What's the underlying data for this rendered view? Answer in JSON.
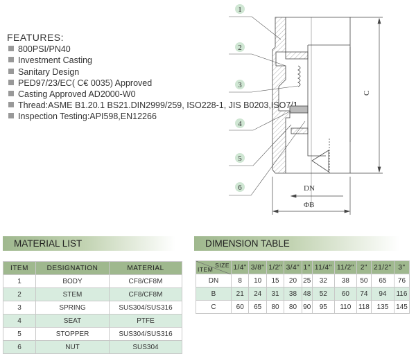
{
  "features": {
    "title": "FEATURES:",
    "items": [
      "800PSI/PN40",
      "Investment Casting",
      "Sanitary Design",
      "PED97/23/EC( C€ 0035) Approved",
      "Casting Approved AD2000-W0",
      "Thread:ASME B1.20.1 BS21.DIN2999/259, ISO228-1, JIS B0203,ISO7/1",
      "Inspection Testing:API598,EN12266"
    ]
  },
  "diagram": {
    "callouts": [
      "1",
      "2",
      "3",
      "4",
      "5",
      "6"
    ],
    "dim_c": "C",
    "dim_dn": "DN",
    "dim_b": "ΦB"
  },
  "material": {
    "title": "MATERIAL LIST",
    "headers": [
      "ITEM",
      "DESIGNATION",
      "MATERIAL"
    ],
    "rows": [
      [
        "1",
        "BODY",
        "CF8/CF8M"
      ],
      [
        "2",
        "STEM",
        "CF8/CF8M"
      ],
      [
        "3",
        "SPRING",
        "SUS304/SUS316"
      ],
      [
        "4",
        "SEAT",
        "PTFE"
      ],
      [
        "5",
        "STOPPER",
        "SUS304/SUS316"
      ],
      [
        "6",
        "NUT",
        "SUS304"
      ]
    ]
  },
  "dimension": {
    "title": "DIMENSION TABLE",
    "corner_size": "SIZE",
    "corner_item": "ITEM",
    "sizes": [
      "1/4\"",
      "3/8\"",
      "1/2\"",
      "3/4\"",
      "1\"",
      "11/4\"",
      "11/2\"",
      "2\"",
      "21/2\"",
      "3\""
    ],
    "rows": [
      {
        "label": "DN",
        "values": [
          "8",
          "10",
          "15",
          "20",
          "25",
          "32",
          "38",
          "50",
          "65",
          "76"
        ]
      },
      {
        "label": "B",
        "values": [
          "21",
          "24",
          "31",
          "38",
          "48",
          "52",
          "60",
          "74",
          "94",
          "116"
        ]
      },
      {
        "label": "C",
        "values": [
          "60",
          "65",
          "80",
          "80",
          "90",
          "95",
          "110",
          "118",
          "135",
          "145"
        ]
      }
    ]
  },
  "colors": {
    "header_green": "#9fb88e",
    "row_alt": "#d8ecdf"
  }
}
